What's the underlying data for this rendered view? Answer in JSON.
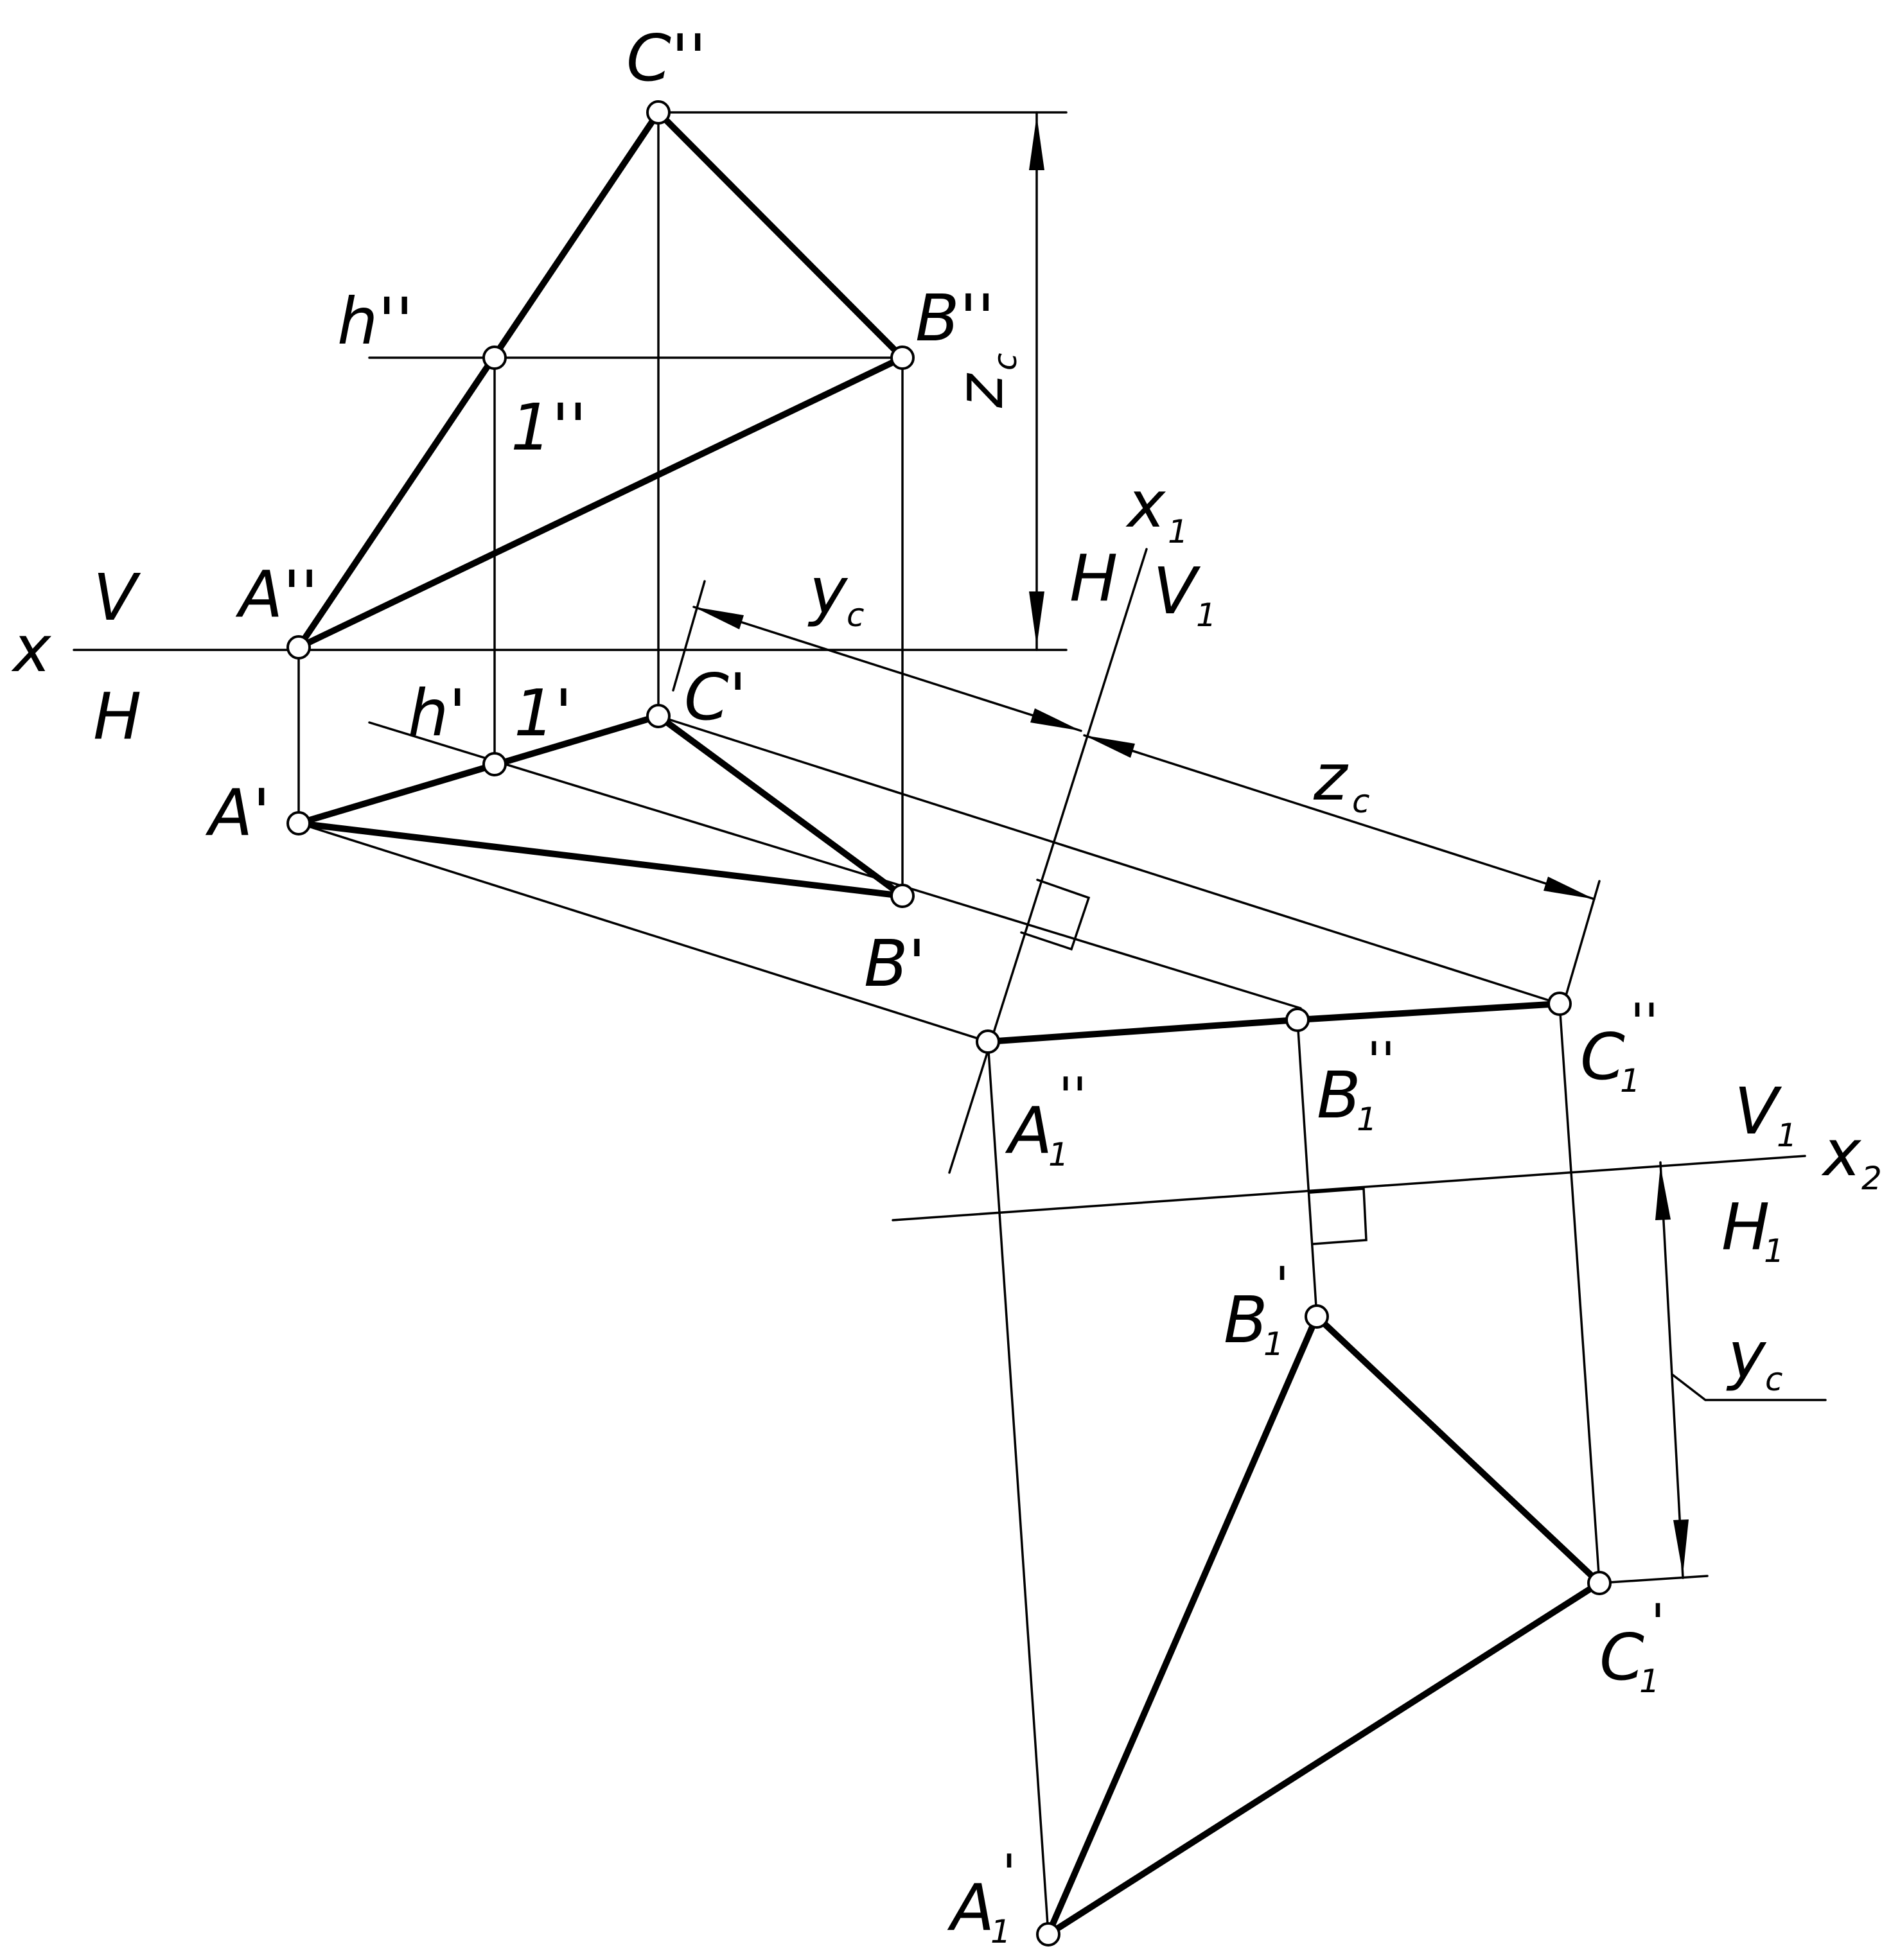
{
  "axes": {
    "x": "x",
    "v": "V",
    "h": "H",
    "x1": "x",
    "x1_sub": "1",
    "h_x1": "H",
    "v1": "V",
    "v1_sub": "1",
    "x2": "x",
    "x2_sub": "2",
    "v1_b": "V",
    "v1_b_sub": "1",
    "h1": "H",
    "h1_sub": "1"
  },
  "points": {
    "c_frontal": "C''",
    "b_frontal": "B''",
    "a_frontal": "A''",
    "one_frontal": "1''",
    "h_frontal": "h''",
    "c_horizontal": "C'",
    "b_horizontal": "B'",
    "a_horizontal": "A'",
    "one_horizontal": "1'",
    "h_horizontal": "h'",
    "a1_frontal": "A",
    "a1_frontal_sub": "1",
    "a1_frontal_mark": "''",
    "b1_frontal": "B",
    "b1_frontal_sub": "1",
    "b1_frontal_mark": "''",
    "c1_frontal": "C",
    "c1_frontal_sub": "1",
    "c1_frontal_mark": "''",
    "a1_horizontal": "A",
    "a1_horizontal_sub": "1",
    "a1_horizontal_mark": "'",
    "b1_horizontal": "B",
    "b1_horizontal_sub": "1",
    "b1_horizontal_mark": "'",
    "c1_horizontal": "C",
    "c1_horizontal_sub": "1",
    "c1_horizontal_mark": "'"
  },
  "dimensions": {
    "zc_vertical": "z",
    "zc_vertical_sub": "c",
    "yc_top": "y",
    "yc_top_sub": "c",
    "zc_inclined": "z",
    "zc_inclined_sub": "c",
    "yc_right": "y",
    "yc_right_sub": "c"
  }
}
